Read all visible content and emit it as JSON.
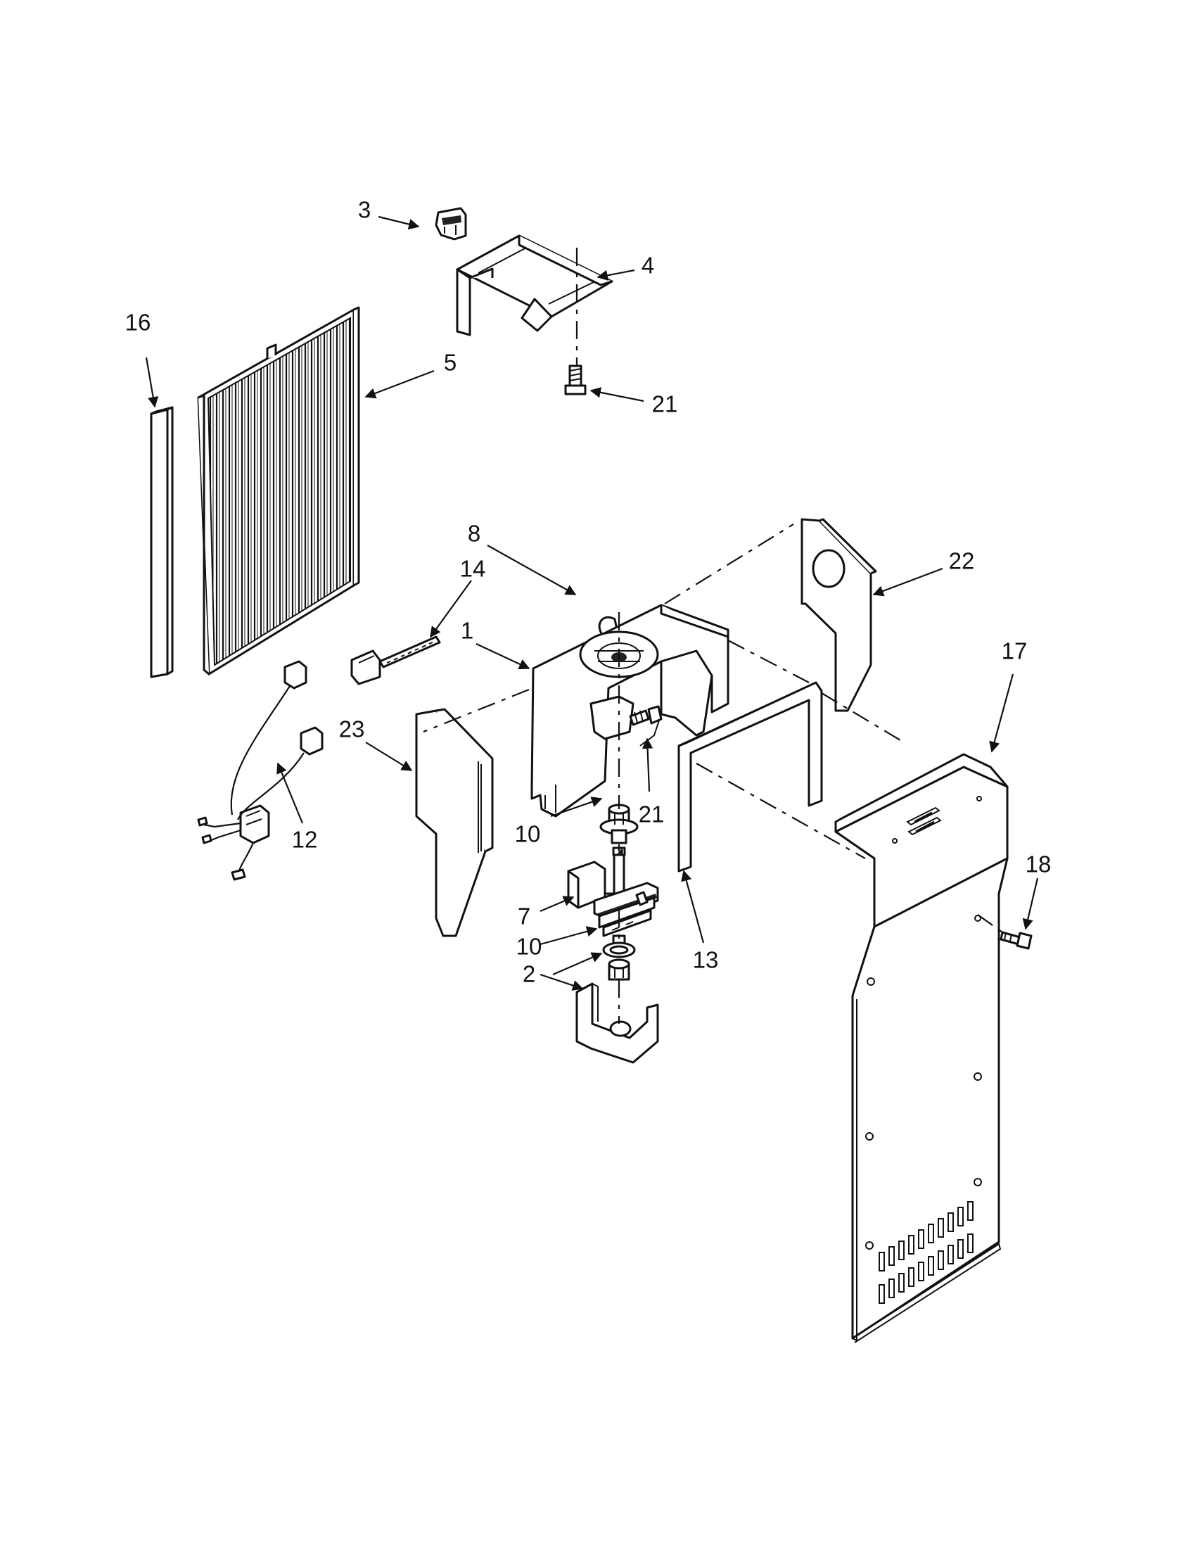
{
  "callouts": {
    "c1": "1",
    "c2": "2",
    "c3": "3",
    "c4": "4",
    "c5": "5",
    "c7": "7",
    "c8": "8",
    "c10a": "10",
    "c10b": "10",
    "c12": "12",
    "c13": "13",
    "c14": "14",
    "c16": "16",
    "c17": "17",
    "c18": "18",
    "c21a": "21",
    "c21b": "21",
    "c22": "22",
    "c23": "23"
  }
}
